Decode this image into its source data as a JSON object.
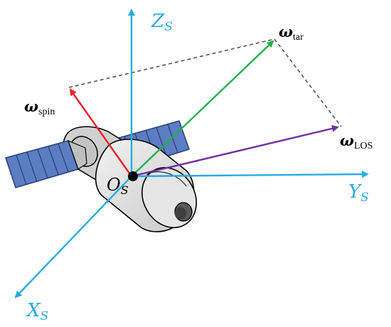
{
  "axes": {
    "z": {
      "letter": "Z",
      "sub": "S"
    },
    "y": {
      "letter": "Y",
      "sub": "S"
    },
    "x": {
      "letter": "X",
      "sub": "S"
    },
    "origin": {
      "letter": "O",
      "sub": "S"
    }
  },
  "vectors": {
    "spin": {
      "symbol": "ω",
      "sub": "spin"
    },
    "tar": {
      "symbol": "ω",
      "sub": "tar"
    },
    "los": {
      "symbol": "ω",
      "sub": "LOS"
    }
  },
  "colors": {
    "axis": "#29abe2",
    "spin": "#ee1c24",
    "tar": "#1fb14a",
    "los": "#7030a0",
    "panel": "#5b7dc2",
    "panel_line": "#2a3f7a",
    "body": "#d9d9d9",
    "dashed": "#555555"
  }
}
